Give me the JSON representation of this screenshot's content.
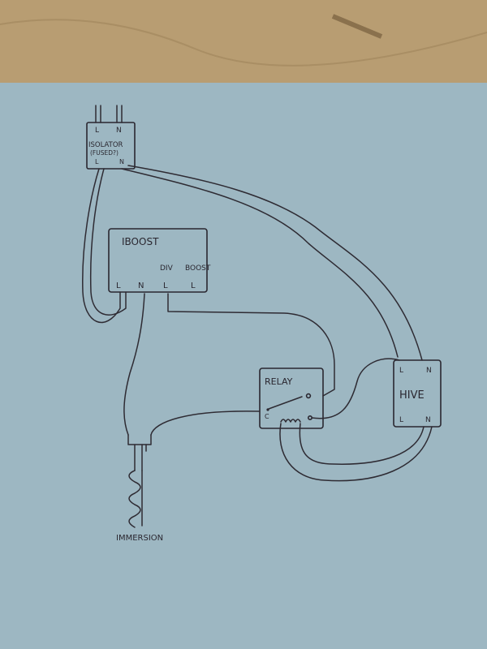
{
  "diagram": {
    "isolator": {
      "top_l": "L",
      "top_n": "N",
      "title_line1": "ISOLATOR",
      "title_line2": "(FUSED?)",
      "bottom_l": "L",
      "bottom_n": "N"
    },
    "iboost": {
      "title": "IBOOST",
      "div": "DIV",
      "boost": "BOOST",
      "terminals": [
        "L",
        "N",
        "L",
        "L"
      ]
    },
    "relay": {
      "title": "RELAY",
      "c": "C"
    },
    "hive": {
      "top_l": "L",
      "top_n": "N",
      "title": "HIVE",
      "bottom_l": "L",
      "bottom_n": "N"
    },
    "immersion": {
      "label": "IMMERSION"
    }
  },
  "colors": {
    "workbench": "#b89d72",
    "paper": "#9db7c2",
    "ink": "#2a2730"
  }
}
